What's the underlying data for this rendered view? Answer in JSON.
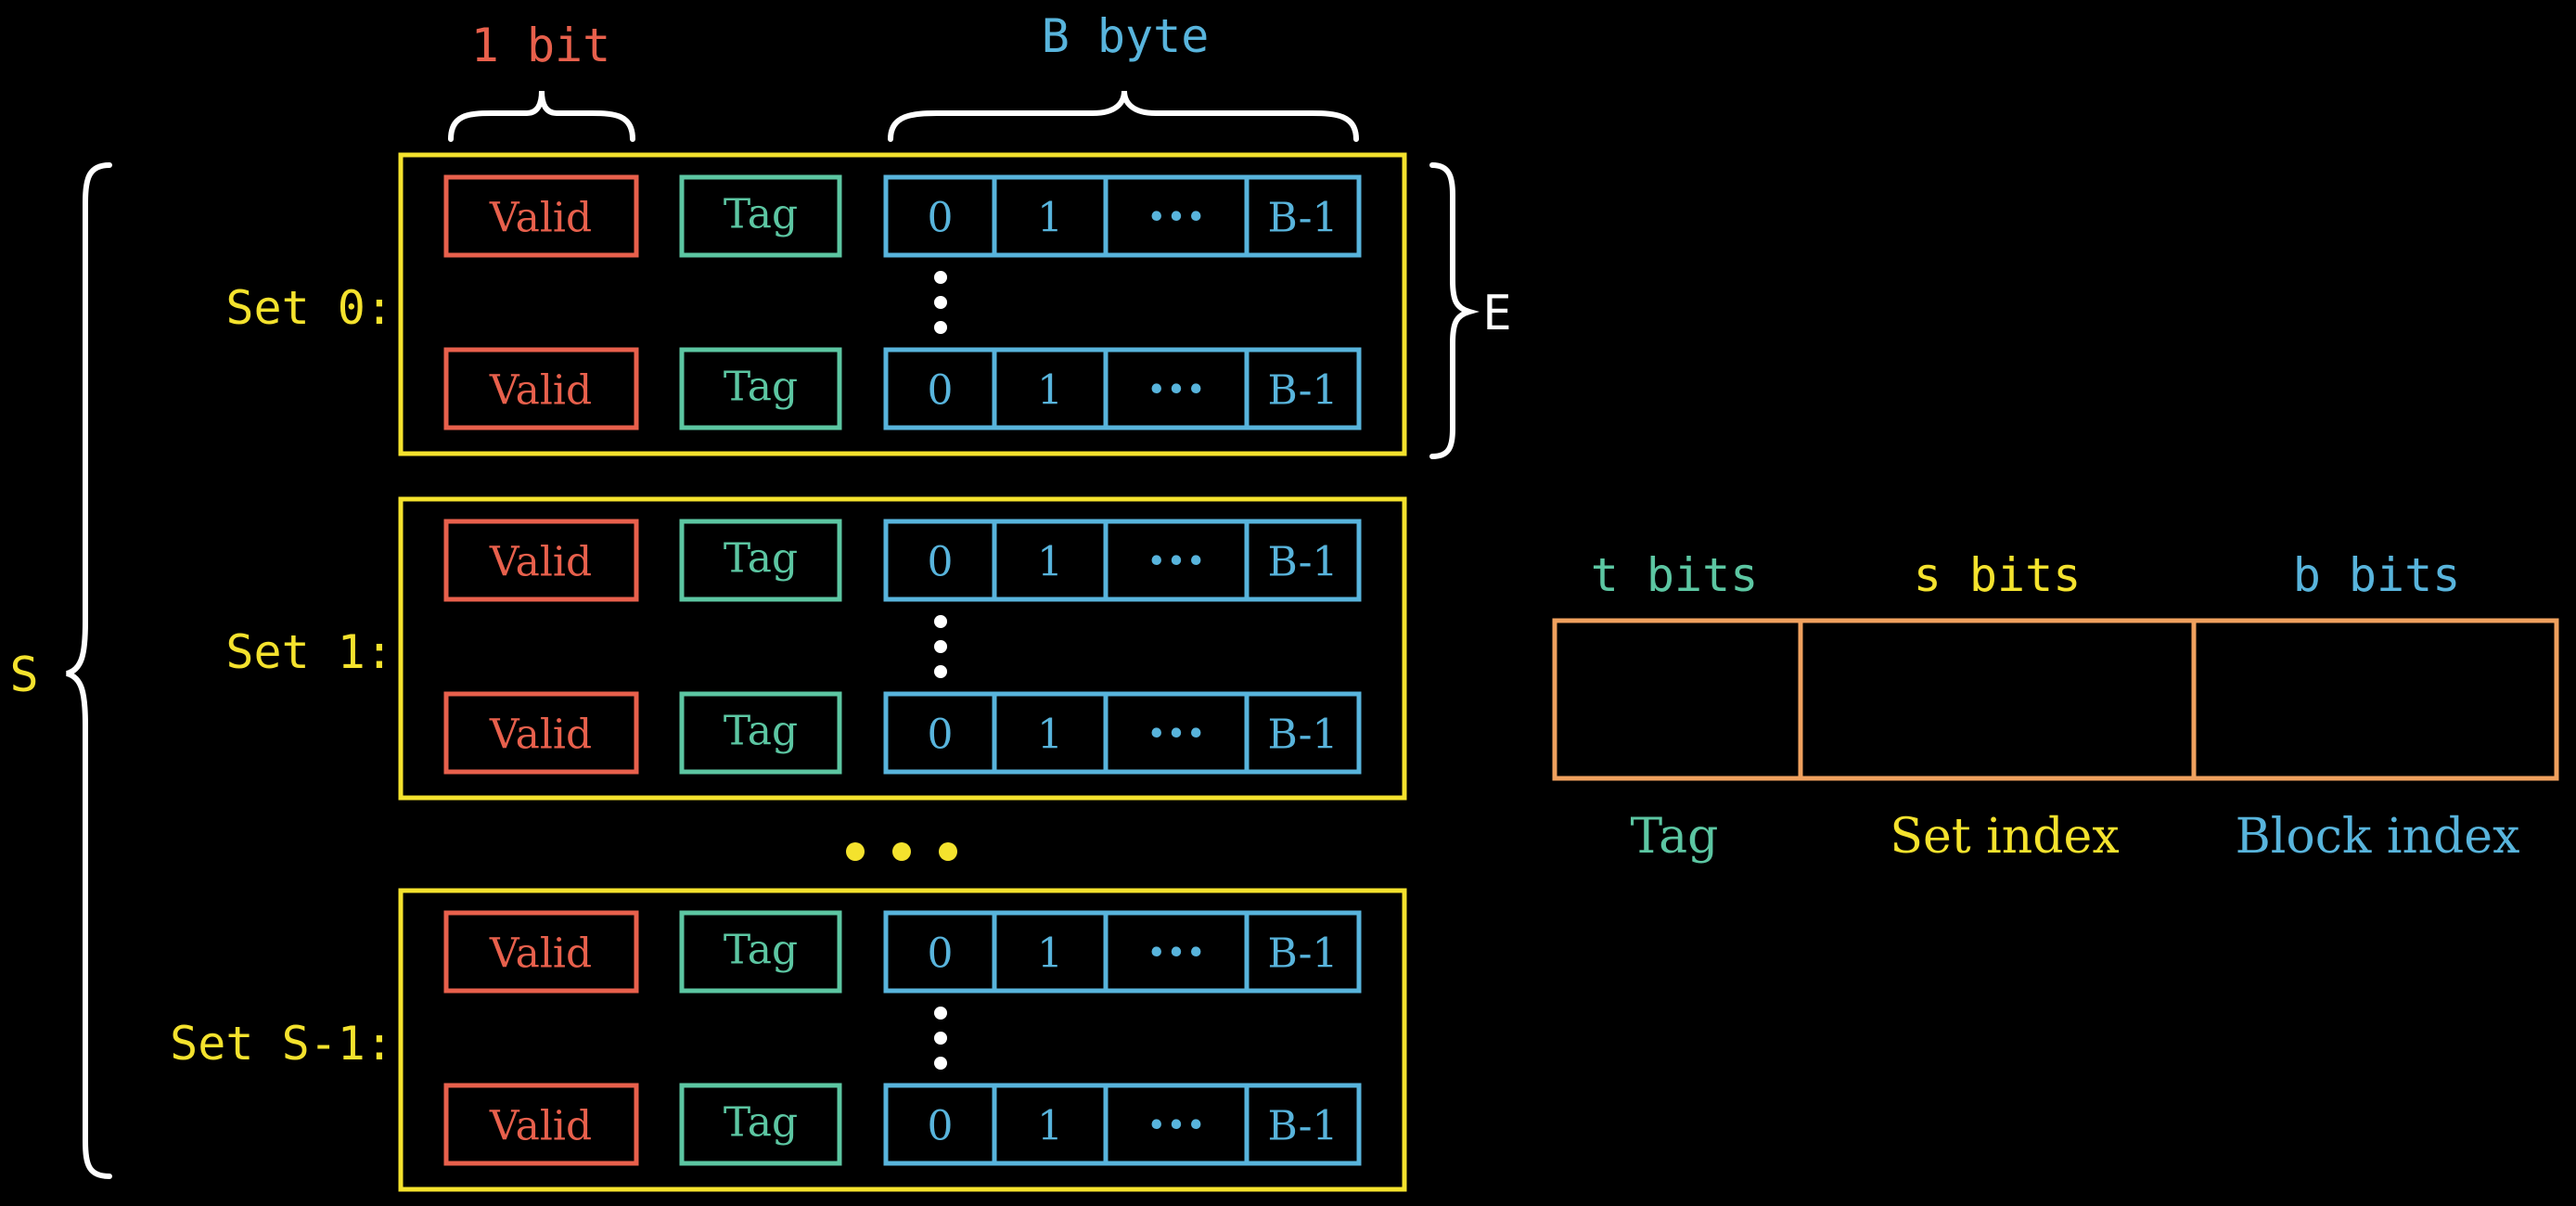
{
  "colors": {
    "background": "#000000",
    "valid": "#e8604c",
    "tag": "#5cc6a2",
    "block": "#58b4dc",
    "set": "#f4e22d",
    "address": "#f0a15e",
    "brace": "#ffffff"
  },
  "header": {
    "valid_width": "1 bit",
    "block_size": "B byte"
  },
  "labels": {
    "num_sets": "S",
    "lines_per_set": "E"
  },
  "sets": [
    {
      "label": "Set 0:",
      "lines": [
        {
          "valid": "Valid",
          "tag": "Tag",
          "bytes": [
            "0",
            "1",
            "•••",
            "B-1"
          ]
        },
        {
          "valid": "Valid",
          "tag": "Tag",
          "bytes": [
            "0",
            "1",
            "•••",
            "B-1"
          ]
        }
      ]
    },
    {
      "label": "Set 1:",
      "lines": [
        {
          "valid": "Valid",
          "tag": "Tag",
          "bytes": [
            "0",
            "1",
            "•••",
            "B-1"
          ]
        },
        {
          "valid": "Valid",
          "tag": "Tag",
          "bytes": [
            "0",
            "1",
            "•••",
            "B-1"
          ]
        }
      ]
    },
    {
      "label": "Set S-1:",
      "lines": [
        {
          "valid": "Valid",
          "tag": "Tag",
          "bytes": [
            "0",
            "1",
            "•••",
            "B-1"
          ]
        },
        {
          "valid": "Valid",
          "tag": "Tag",
          "bytes": [
            "0",
            "1",
            "•••",
            "B-1"
          ]
        }
      ]
    }
  ],
  "address": {
    "fields": [
      {
        "bits": "t bits",
        "name": "Tag",
        "color": "#5cc6a2"
      },
      {
        "bits": "s bits",
        "name": "Set index",
        "color": "#f4e22d"
      },
      {
        "bits": "b bits",
        "name": "Block index",
        "color": "#58b4dc"
      }
    ]
  }
}
